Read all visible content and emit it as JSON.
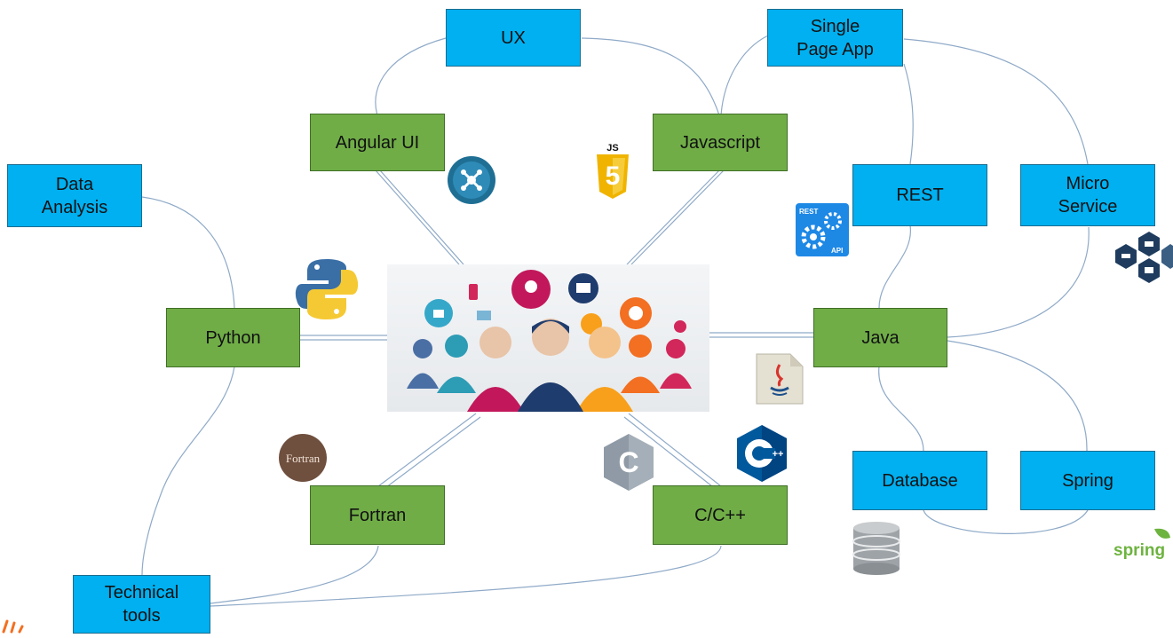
{
  "nodes": {
    "ux": "UX",
    "spa": "Single\nPage App",
    "angular": "Angular UI",
    "javascript": "Javascript",
    "data_analysis": "Data\nAnalysis",
    "rest": "REST",
    "micro": "Micro\nService",
    "python": "Python",
    "java": "Java",
    "fortran": "Fortran",
    "ccpp": "C/C++",
    "database": "Database",
    "spring": "Spring",
    "technical": "Technical\ntools"
  },
  "icon_text": {
    "js_badge": "JS",
    "fortran_logo": "Fortran",
    "rest_top": "REST",
    "rest_bottom": "API",
    "spring_logo": "spring",
    "c_letter": "C",
    "cpp_plus": "++"
  },
  "colors": {
    "green": "#70ad47",
    "blue": "#00b0f0",
    "line": "#8ea9c8"
  }
}
